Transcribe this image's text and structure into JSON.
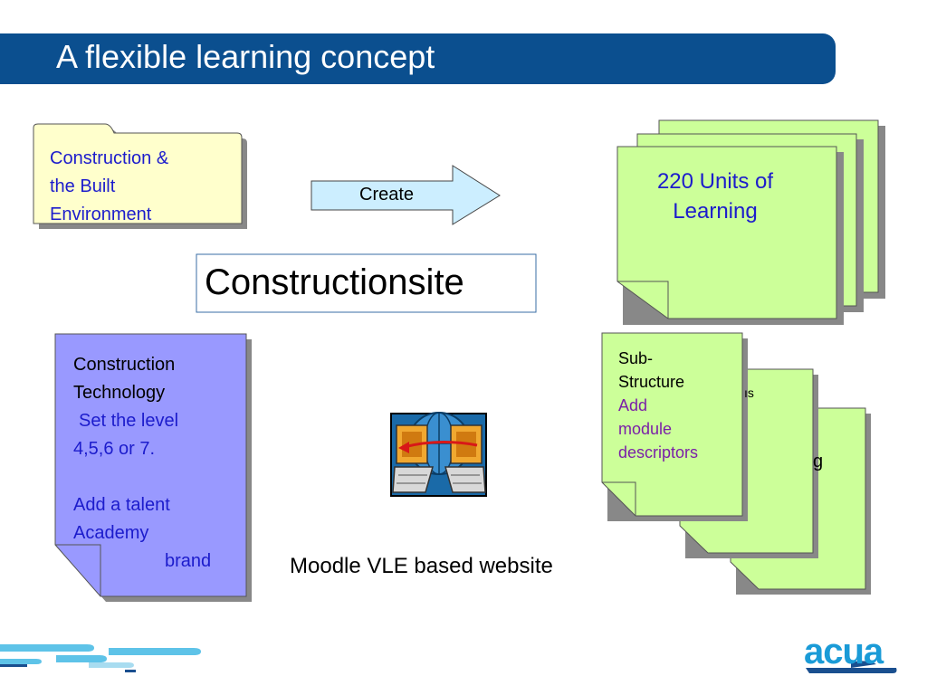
{
  "title": "A flexible learning concept",
  "folder": {
    "lines": [
      "Construction &",
      "the Built",
      "Environment"
    ]
  },
  "arrow_label": "Create",
  "site_box": "Constructionsite",
  "units": {
    "lines": [
      "220 Units of",
      "Learning"
    ]
  },
  "tech_doc": {
    "lines": [
      "Construction",
      "Technology",
      "Set the level",
      "4,5,6 or 7.",
      "Add a talent",
      "Academy",
      "brand"
    ]
  },
  "sub_doc": {
    "line1": "Sub-",
    "line2": "Structure",
    "line3": "Add",
    "line4": "module",
    "line5": "descriptors",
    "back_fragment_1": "ıs",
    "back_fragment_2": "g"
  },
  "caption": "Moodle VLE based website",
  "logo": "acua",
  "colors": {
    "title_bar": "#0b4f8f",
    "folder_fill": "#ffffcc",
    "units_fill": "#ccff99",
    "tech_fill": "#9999ff",
    "sub_fill": "#ccff99",
    "arrow_fill": "#cceeff",
    "text_blue": "#1c1ccc",
    "text_purple": "#7a1fa8"
  }
}
